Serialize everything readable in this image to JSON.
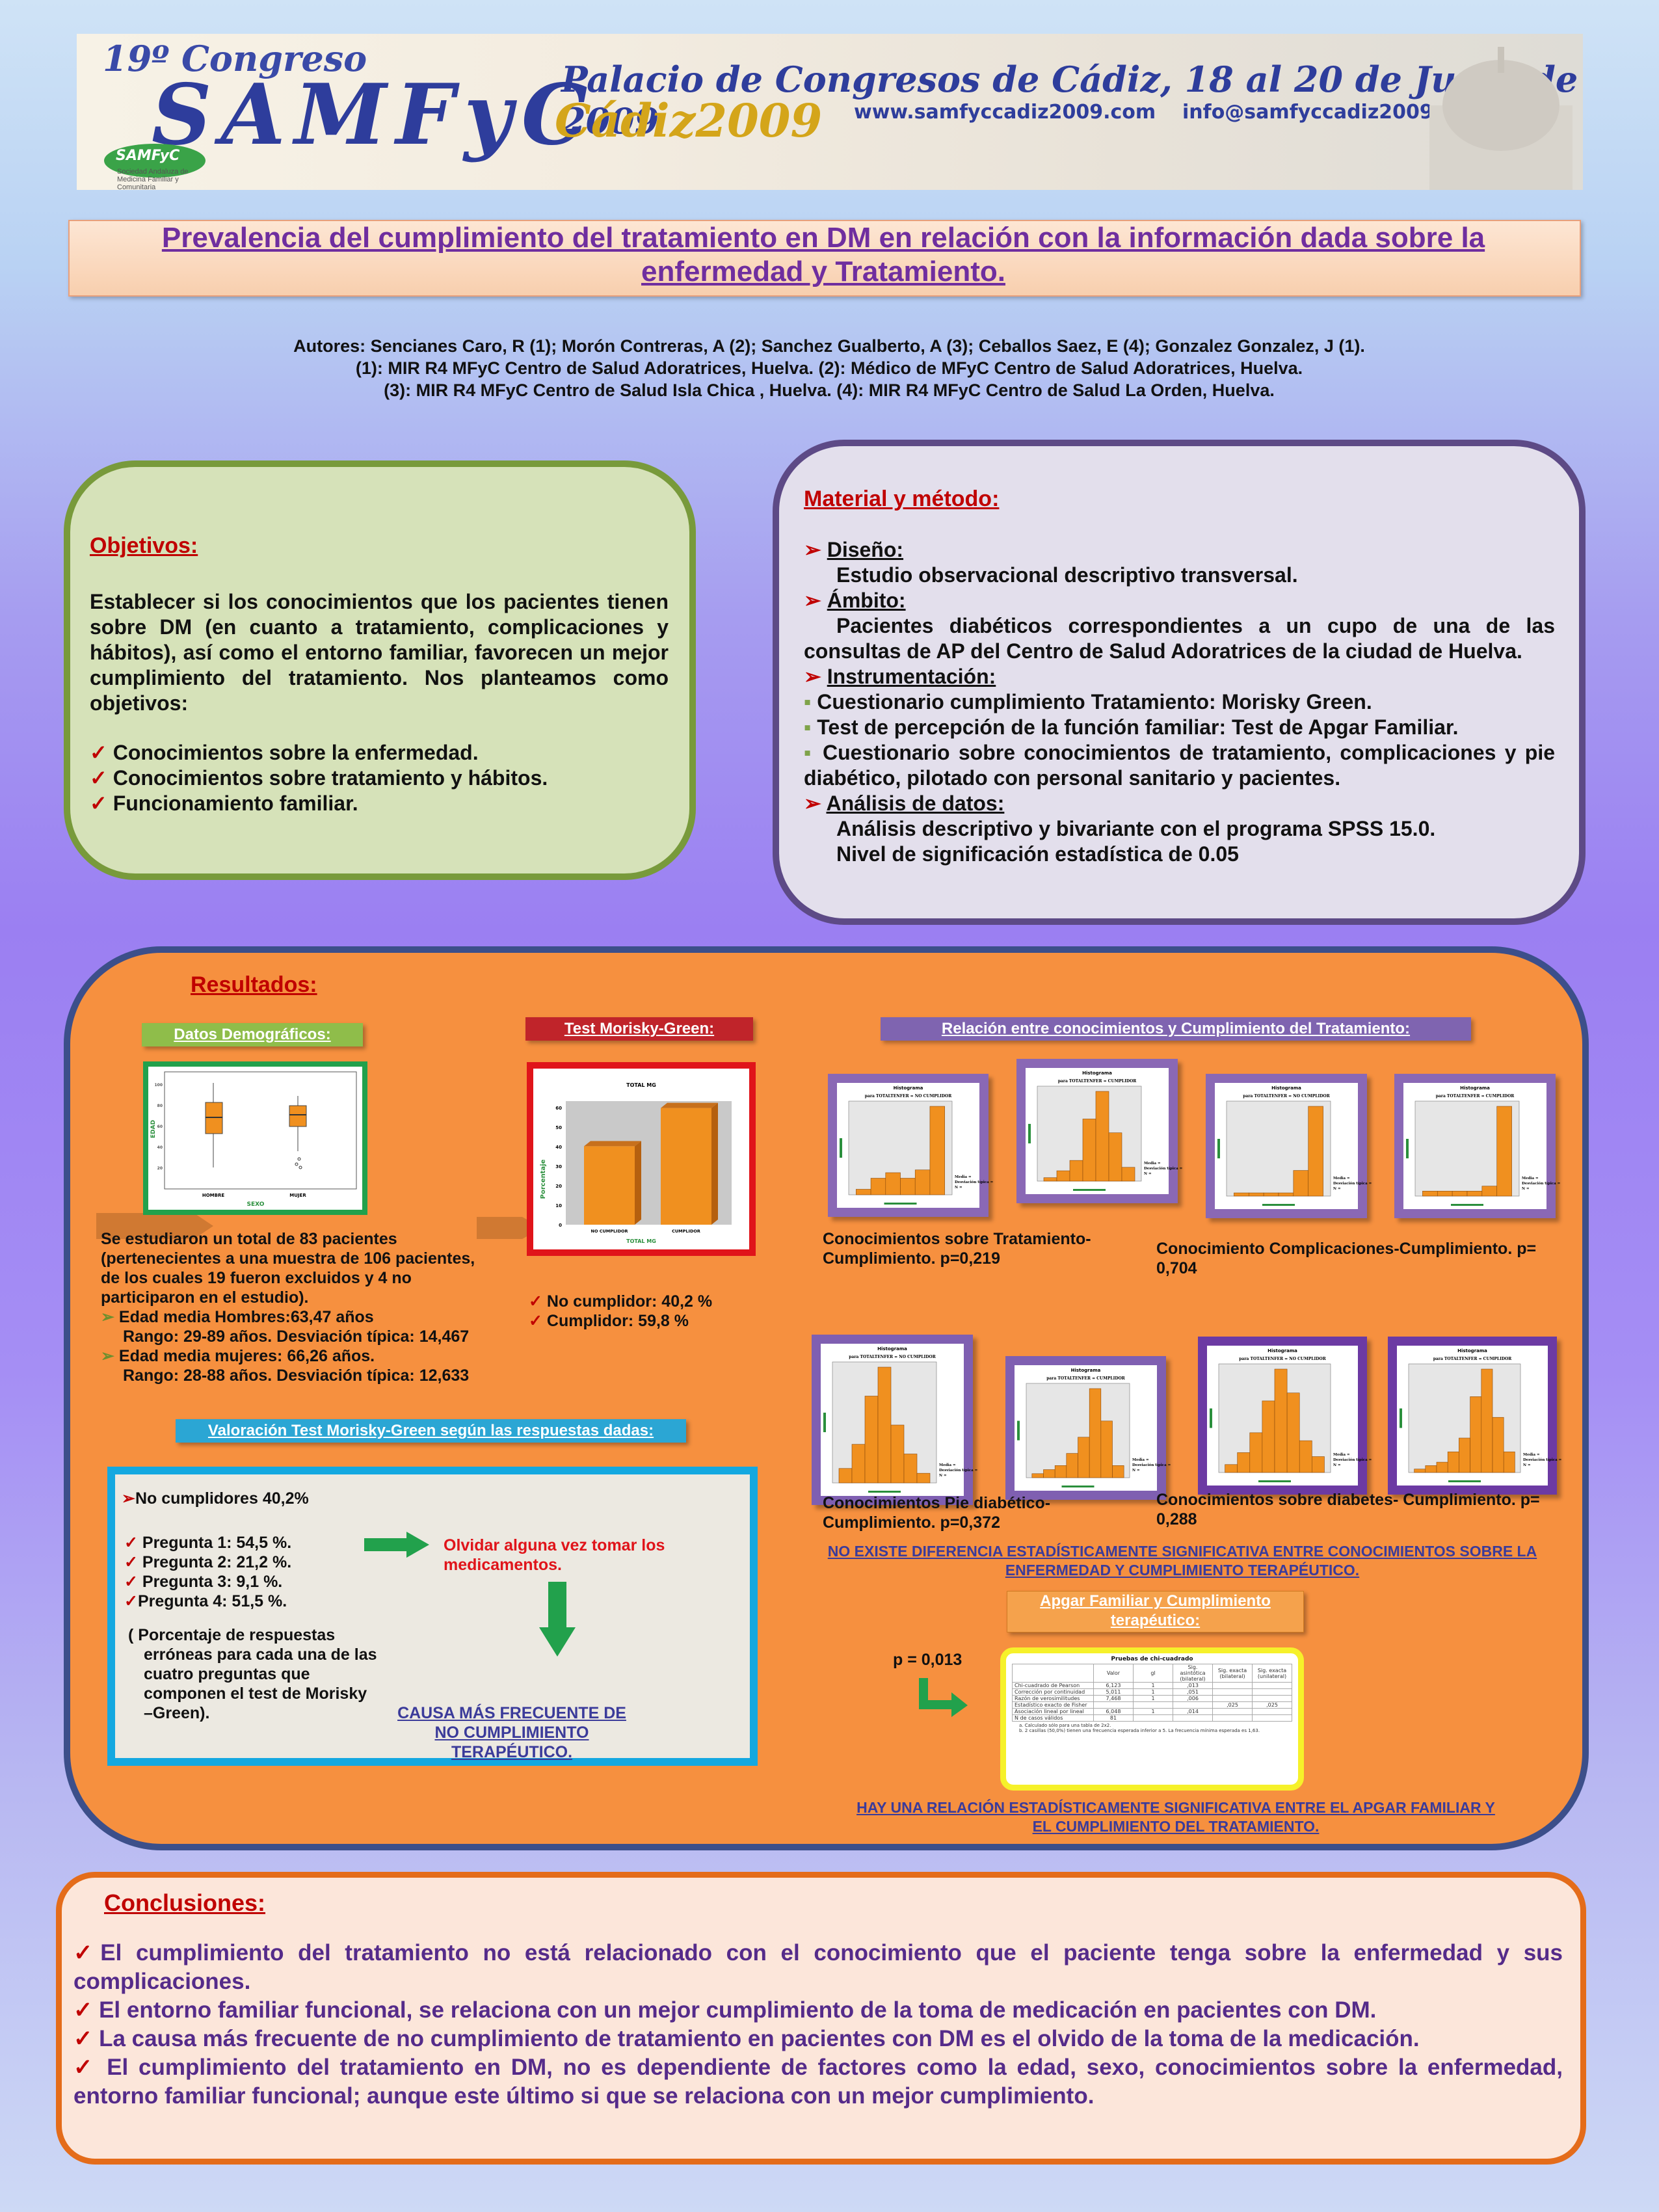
{
  "banner": {
    "congress": "19º Congreso",
    "brand": "SAMFyC",
    "venue": "Palacio de Congresos de Cádiz, 18 al 20 de Junio de 2009",
    "city_year": "Cádiz2009",
    "website": "www.samfyccadiz2009.com",
    "email": "info@samfyccadiz2009.com",
    "logo_text": "SAMFyC",
    "logo_sub": "Sociedad Andaluza de Medicina Familiar y Comunitaria"
  },
  "title": "Prevalencia del cumplimiento del tratamiento en DM  en relación con la información dada sobre la enfermedad y Tratamiento.",
  "authors": [
    "Autores: Sencianes Caro, R (1); Morón Contreras, A (2); Sanchez Gualberto, A (3); Ceballos Saez, E (4); Gonzalez Gonzalez, J (1).",
    "(1): MIR R4 MFyC Centro de Salud Adoratrices, Huelva. (2): Médico de MFyC  Centro de Salud Adoratrices, Huelva.",
    "(3): MIR R4 MFyC Centro de Salud Isla Chica , Huelva. (4): MIR R4 MFyC Centro de Salud La Orden, Huelva."
  ],
  "objetivos": {
    "heading": "Objetivos:",
    "intro": "Establecer si los conocimientos que los pacientes tienen sobre DM (en cuanto a tratamiento, complicaciones y hábitos), así como el entorno familiar, favorecen un mejor cumplimiento del tratamiento. Nos planteamos como objetivos:",
    "items": [
      "Conocimientos sobre la enfermedad.",
      "Conocimientos sobre tratamiento y hábitos.",
      "Funcionamiento familiar."
    ]
  },
  "material": {
    "heading": "Material y método:",
    "diseno_h": "Diseño:",
    "diseno": "Estudio observacional descriptivo transversal.",
    "ambito_h": "Ámbito:",
    "ambito": "Pacientes diabéticos correspondientes a un cupo de una de las consultas de AP del Centro de Salud Adoratrices  de la ciudad de Huelva.",
    "instr_h": "Instrumentación:",
    "instr": [
      "Cuestionario  cumplimiento Tratamiento: Morisky Green.",
      "Test de percepción  de la función familiar: Test de Apgar Familiar.",
      "Cuestionario sobre conocimientos de tratamiento, complicaciones y pie diabético, pilotado con personal sanitario y pacientes."
    ],
    "analisis_h": "Análisis de datos:",
    "analisis": [
      "Análisis descriptivo  y bivariante  con el programa SPSS 15.0.",
      "Nivel  de significación estadística  de 0.05"
    ]
  },
  "resultados": {
    "heading": "Resultados:",
    "demo_label": "Datos Demográficos:",
    "demo_text": "Se estudiaron un total de 83 pacientes (pertenecientes a una muestra de 106 pacientes, de los cuales 19 fueron excluidos y 4 no participaron en el estudio).",
    "demo_bullets": [
      {
        "head": "Edad media Hombres:63,47 años",
        "sub": "Rango: 29-89 años. Desviación típica: 14,467"
      },
      {
        "head": "Edad media mujeres: 66,26 años.",
        "sub": "Rango: 28-88 años. Desviación típica: 12,633"
      }
    ],
    "boxplot": {
      "ylabel": "EDAD",
      "xlabel": "SEXO",
      "cat1": "HOMBRE",
      "cat2": "MUJER",
      "ticks": [
        "100",
        "80",
        "60",
        "40",
        "20"
      ]
    },
    "mg_label": "Test Morisky-Green:",
    "mg_items": [
      "No cumplidor: 40,2 %",
      "Cumplidor:  59,8 %"
    ],
    "rel_label": "Relación entre conocimientos y Cumplimiento del Tratamiento:",
    "captions": [
      "Conocimientos sobre Tratamiento-Cumplimiento. p=0,219",
      "Conocimiento Complicaciones-Cumplimiento. p= 0,704",
      "Conocimientos Pie diabético-Cumplimiento. p=0,372",
      "Conocimientos sobre diabetes- Cumplimiento. p= 0,288"
    ],
    "histo_title": "Histograma",
    "histo_subs": [
      "para TOTALTENFER = NO CUMPLIDOR",
      "para TOTALTENFER = CUMPLIDOR"
    ],
    "histo_stats": "Media =\nDesviación típica =\nN =",
    "no_diff": "NO EXISTE DIFERENCIA ESTADÍSTICAMENTE SIGNIFICATIVA ENTRE CONOCIMIENTOS SOBRE LA ENFERMEDAD Y CUMPLIMIENTO TERAPÉUTICO.",
    "val_label": "Valoración  Test Morisky-Green según las respuestas dadas:",
    "val_head": "No cumplidores 40,2%",
    "val_items": [
      "Pregunta 1: 54,5 %.",
      "Pregunta 2:  21,2 %.",
      "Pregunta 3:  9,1 %.",
      "Pregunta 4:  51,5 %."
    ],
    "val_note": "( Porcentaje de respuestas erróneas para cada una de las cuatro preguntas que componen el test de Morisky –Green).",
    "olvidar": "Olvidar alguna vez tomar los medicamentos.",
    "causa": "CAUSA MÁS FRECUENTE DE NO CUMPLIMIENTO  TERAPÉUTICO.",
    "apgar_label": "Apgar Familiar y Cumplimiento terapéutico:",
    "apgar_p": "p = 0,013",
    "apgar_conc": "HAY UNA RELACIÓN ESTADÍSTICAMENTE SIGNIFICATIVA ENTRE EL APGAR FAMILIAR Y EL CUMPLIMIENTO DEL TRATAMIENTO.",
    "chi_table": {
      "title": "Pruebas de chi-cuadrado",
      "headers": [
        "",
        "Valor",
        "gl",
        "Sig. asintótica (bilateral)",
        "Sig. exacta (bilateral)",
        "Sig. exacta (unilateral)"
      ],
      "rows": [
        [
          "Chi-cuadrado de Pearson",
          "6,123",
          "1",
          ",013",
          "",
          ""
        ],
        [
          "Corrección por continuidad",
          "5,011",
          "1",
          ",051",
          "",
          ""
        ],
        [
          "Razón de verosimilitudes",
          "7,468",
          "1",
          ",006",
          "",
          ""
        ],
        [
          "Estadístico exacto de Fisher",
          "",
          "",
          "",
          ",025",
          ",025"
        ],
        [
          "Asociación lineal por lineal",
          "6,048",
          "1",
          ",014",
          "",
          ""
        ],
        [
          "N de casos válidos",
          "81",
          "",
          "",
          "",
          ""
        ]
      ],
      "notes": [
        "a. Calculado sólo para una tabla de 2x2.",
        "b. 2 casillas (50,0%) tienen una frecuencia esperada inferior a 5. La frecuencia mínima esperada es 1,63."
      ]
    }
  },
  "chart_data": {
    "type": "bar",
    "title": "TOTAL MG",
    "categories": [
      "NO CUMPLIDOR",
      "CUMPLIDOR"
    ],
    "values": [
      40.2,
      59.8
    ],
    "xlabel": "TOTAL MG",
    "ylabel": "Porcentaje",
    "ylim": [
      0,
      60
    ],
    "yticks": [
      "60",
      "50",
      "40",
      "30",
      "20",
      "10",
      "0"
    ],
    "grid": false,
    "color": "#f0901f"
  },
  "conclusiones": {
    "heading": "Conclusiones:",
    "items": [
      "El cumplimiento del tratamiento no está relacionado con el conocimiento que el paciente tenga sobre la enfermedad y sus complicaciones.",
      "El entorno familiar funcional, se relaciona con un mejor cumplimiento de la toma de medicación en pacientes con DM.",
      "La causa más frecuente de no cumplimiento de tratamiento en pacientes con DM es el olvido de la toma de la medicación.",
      "El cumplimiento del tratamiento en DM, no es dependiente de factores como la edad, sexo, conocimientos sobre la enfermedad, entorno familiar funcional; aunque este último si que se relaciona con un mejor cumplimiento."
    ]
  },
  "colors": {
    "accent_red": "#c00000",
    "purple_text": "#552b8a",
    "orange_bg": "#f6903f",
    "bar_orange": "#f0901f"
  }
}
